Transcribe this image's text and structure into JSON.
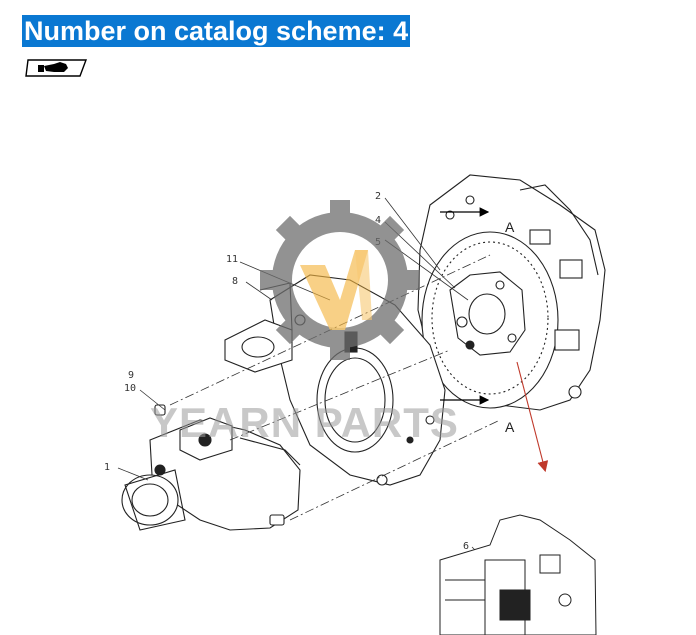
{
  "header": {
    "title": "Number on catalog scheme: 4"
  },
  "diagram": {
    "callouts": [
      "1",
      "2",
      "4",
      "5",
      "6",
      "8",
      "9",
      "10",
      "11"
    ],
    "view_markers": [
      "A",
      "A"
    ],
    "watermark": "YEARN PARTS"
  },
  "icons": {
    "view_badge": "hand-pointer-icon"
  }
}
